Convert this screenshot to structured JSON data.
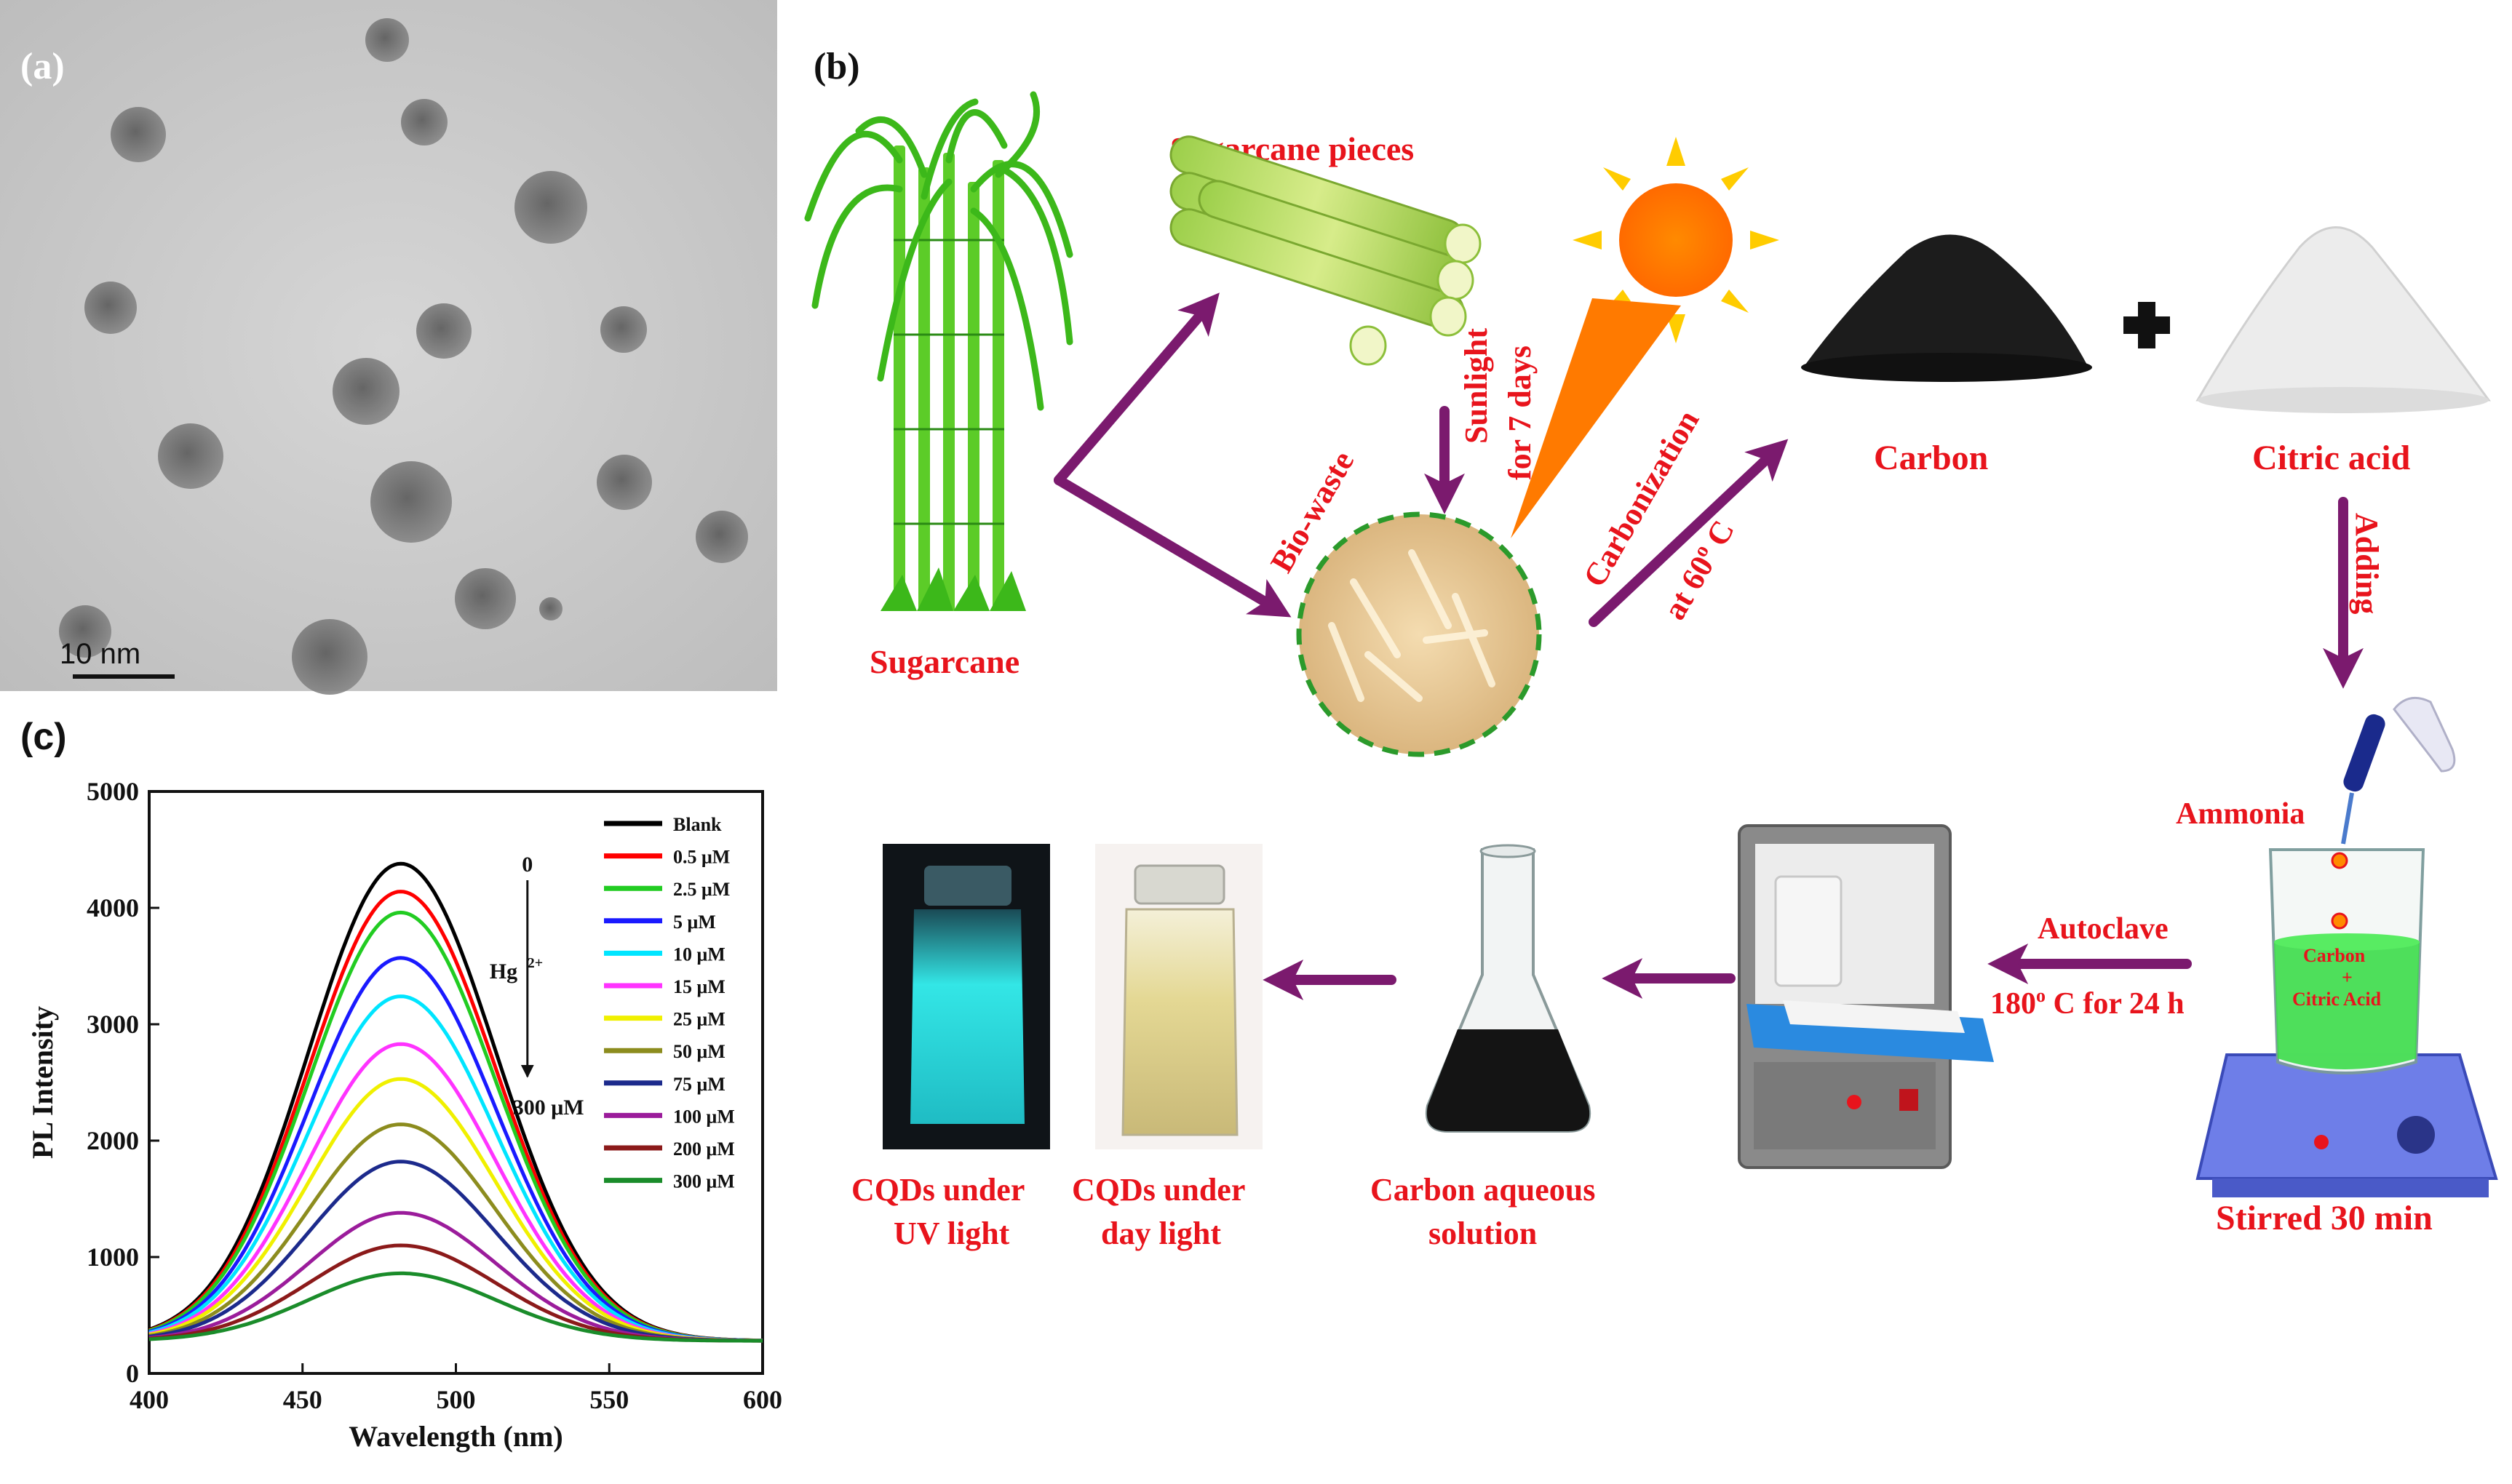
{
  "panel_labels": {
    "a": "(a)",
    "b": "(b)",
    "c": "(c)"
  },
  "tem": {
    "scale_label": "10  nm"
  },
  "flow": {
    "sugarcane": "Sugarcane",
    "sugarcane_pieces": "Sugarcane pieces",
    "bio_waste": "Bio-waste",
    "sunlight_1": "Sunlight",
    "sunlight_2": "for 7 days",
    "carbonization_1": "Carbonization",
    "carbonization_2": "at 60",
    "carbonization_sup": "o",
    "carbonization_3": " C",
    "carbon": "Carbon",
    "citric_acid": "Citric acid",
    "adding": "Adding",
    "ammonia": "Ammonia",
    "beaker_carbon": "Carbon",
    "beaker_plus": "+",
    "beaker_citric": "Citric Acid",
    "stirred": "Stirred 30 min",
    "autoclave": "Autoclave",
    "autoclave_temp_1": "180",
    "autoclave_temp_sup": "o",
    "autoclave_temp_2": " C for 24 h",
    "carbon_solution_1": "Carbon aqueous",
    "carbon_solution_2": "solution",
    "cqd_day_1": "CQDs under",
    "cqd_day_2": "day light",
    "cqd_uv_1": "CQDs under",
    "cqd_uv_2": "UV light"
  },
  "chart_data": {
    "type": "line",
    "xlabel": "Wavelength (nm)",
    "ylabel": "PL Intensity",
    "xlim": [
      400,
      600
    ],
    "ylim": [
      0,
      5000
    ],
    "xticks": [
      400,
      450,
      500,
      550,
      600
    ],
    "yticks": [
      0,
      1000,
      2000,
      3000,
      4000,
      5000
    ],
    "peak_wavelength": 482,
    "baseline": 280,
    "annotation": {
      "top": "0",
      "ion": "Hg",
      "ion_sup": "2+",
      "bottom": "300 μM"
    },
    "legend_position": "top-right",
    "series": [
      {
        "name": "Blank",
        "peak": 4380,
        "color": "#000000"
      },
      {
        "name": "0.5 μM",
        "peak": 4140,
        "color": "#ff0000"
      },
      {
        "name": "2.5 μM",
        "peak": 3960,
        "color": "#22cc22"
      },
      {
        "name": "5 μM",
        "peak": 3570,
        "color": "#1a1aff"
      },
      {
        "name": "10 μM",
        "peak": 3240,
        "color": "#00e5ff"
      },
      {
        "name": "15 μM",
        "peak": 2830,
        "color": "#ff33ff"
      },
      {
        "name": "25 μM",
        "peak": 2530,
        "color": "#f0f000"
      },
      {
        "name": "50 μM",
        "peak": 2140,
        "color": "#8c8c1e"
      },
      {
        "name": "75 μM",
        "peak": 1820,
        "color": "#1c2a8c"
      },
      {
        "name": "100 μM",
        "peak": 1380,
        "color": "#9b1c9b"
      },
      {
        "name": "200 μM",
        "peak": 1100,
        "color": "#8b1a1a"
      },
      {
        "name": "300 μM",
        "peak": 860,
        "color": "#1a8c2a"
      }
    ]
  },
  "colors": {
    "label_red": "#e8141c",
    "arrow_purple": "#7b1a6e",
    "cqd_uv": "#33e6e6",
    "cqd_day": "#e8dca0"
  }
}
